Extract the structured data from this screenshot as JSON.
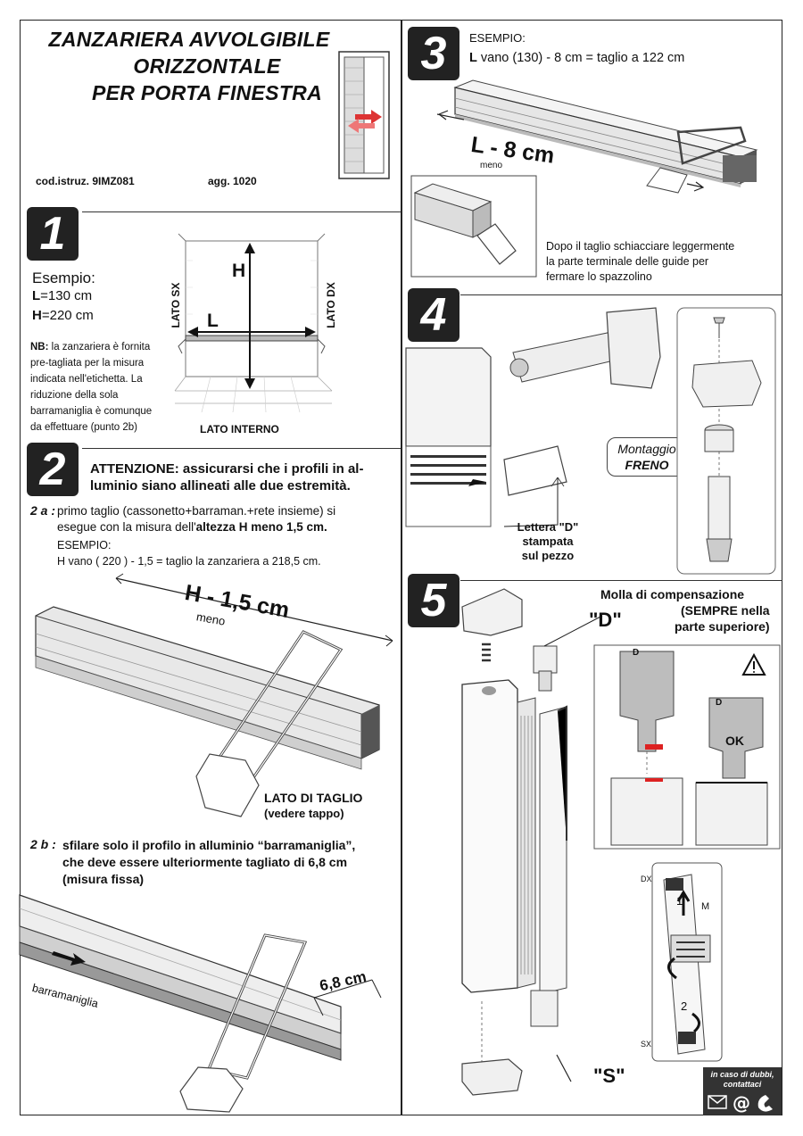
{
  "header": {
    "title_line1": "ZANZARIERA  AVVOLGIBILE",
    "title_line2": "ORIZZONTALE",
    "title_line3": "PER PORTA FINESTRA",
    "code": "cod.istruz. 9IMZ081",
    "update": "agg. 1020"
  },
  "step1": {
    "number": "1",
    "example_label": "Esempio:",
    "l_key": "L",
    "l_value": "=130 cm",
    "h_key": "H",
    "h_value": "=220 cm",
    "nb_key": "NB:",
    "nb_line1": " la zanzariera è fornita",
    "nb_line2": "pre-tagliata per la misura",
    "nb_line3": "indicata  nell'etichetta. La",
    "nb_line4": "riduzione della sola",
    "nb_line5": "barramaniglia è comunque",
    "nb_line6": "da effettuare (punto 2b)",
    "label_h": "H",
    "label_l": "L",
    "lato_sx": "LATO SX",
    "lato_dx": "LATO DX",
    "lato_interno": "LATO INTERNO"
  },
  "step2": {
    "number": "2",
    "attention_line1": "ATTENZIONE: assicurarsi che i profili in al-",
    "attention_line2": "luminio siano allineati alle due estremità.",
    "a_label": "2 a :",
    "a_line1": "primo taglio (cassonetto+barraman.+rete insieme) si",
    "a_line2_pre": "esegue con la misura dell'",
    "a_line2_bold": "altezza H  meno  1,5 cm.",
    "example_label": "ESEMPIO:",
    "example_text": "H vano ( 220 ) - 1,5 = taglio la zanzariera a 218,5 cm.",
    "cut_label": "H - 1,5 cm",
    "meno": "meno",
    "lato_taglio": "LATO DI TAGLIO",
    "vedere_tappo": "(vedere tappo)",
    "b_label": "2 b :",
    "b_line1": "sfilare solo il profilo in alluminio “barramaniglia”,",
    "b_line2": "che deve essere ulteriormente tagliato di 6,8 cm",
    "b_line3": "(misura fissa)",
    "cut2_label": "6,8 cm",
    "barramaniglia": "barramaniglia"
  },
  "step3": {
    "number": "3",
    "example_label": "ESEMPIO:",
    "l_key": "L",
    "example_text": " vano (130) - 8 cm = taglio a 122 cm",
    "cut_label": "L - 8 cm",
    "meno": "meno",
    "note_line1": "Dopo il taglio schiacciare leggermente",
    "note_line2": "la parte terminale delle guide per",
    "note_line3": "fermare lo spazzolino"
  },
  "step4": {
    "number": "4",
    "letter_line1": "Lettera \"D\"",
    "letter_line2": "stampata",
    "letter_line3": "sul pezzo",
    "montaggio": "Montaggio",
    "freno": "FRENO"
  },
  "step5": {
    "number": "5",
    "molla_line1": "Molla di compensazione",
    "molla_line2": "(SEMPRE nella",
    "molla_line3": "parte superiore)",
    "d_label": "\"D\"",
    "s_label": "\"S\"",
    "ok": "OK",
    "d_small": "D",
    "dx": "DX",
    "sx": "SX",
    "m": "M",
    "one": "1",
    "two": "2",
    "contact_line1": "in caso di dubbi,",
    "contact_line2": "contattaci"
  }
}
